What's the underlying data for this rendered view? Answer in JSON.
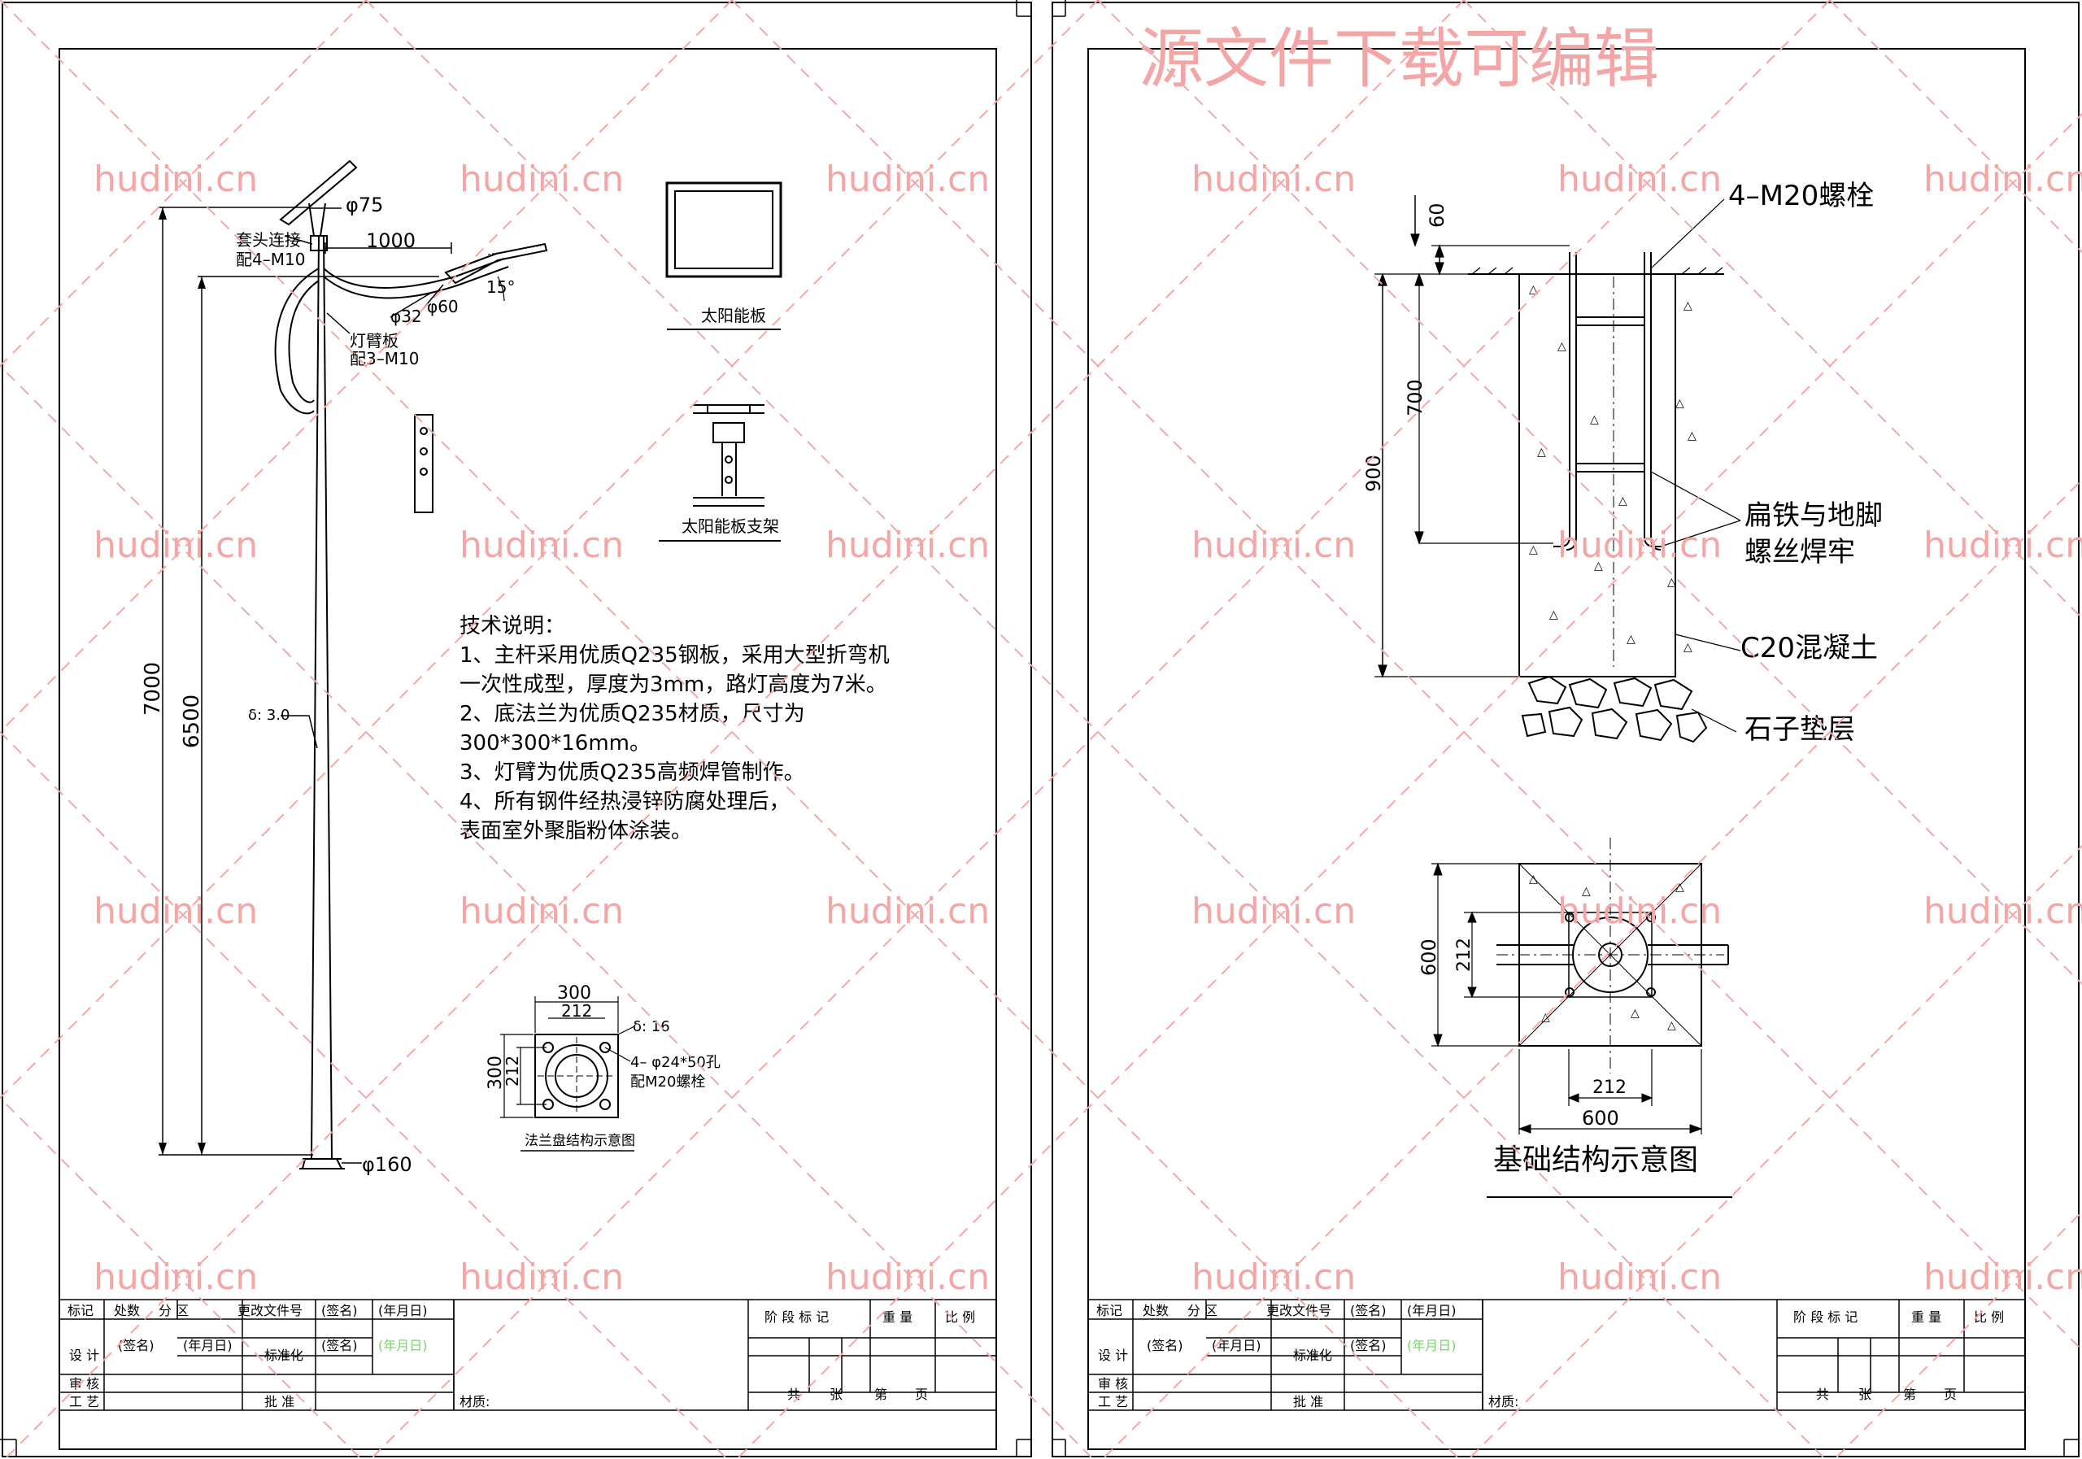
{
  "watermark": {
    "site": "hudini.cn",
    "banner": "源文件下载可编辑",
    "color": "#f4a6a6"
  },
  "sheet_left": {
    "pole": {
      "sleeve": "套头连接",
      "sleeve_bolts": "配4–M10",
      "dia_top": "φ75",
      "arm_length": "1000",
      "arm_angle": "15°",
      "dia_32": "φ32",
      "dia_60": "φ60",
      "arm_plate": "灯臂板",
      "arm_plate_bolts": "配3–M10",
      "height_total": "7000",
      "height_lamp": "6500",
      "wall": "δ: 3.0",
      "dia_base": "φ160"
    },
    "panel_label": "太阳能板",
    "bracket_label": "太阳能板支架",
    "notes": {
      "title": "技术说明：",
      "lines": [
        "1、主杆采用优质Q235钢板，采用大型折弯机",
        "一次性成型，厚度为3mm，路灯高度为7米。",
        "2、底法兰为优质Q235材质，尺寸为",
        "300*300*16mm。",
        "3、灯臂为优质Q235高频焊管制作。",
        "4、所有钢件经热浸锌防腐处理后，",
        "表面室外聚脂粉体涂装。"
      ]
    },
    "flange": {
      "w_outer": "300",
      "w_inner": "212",
      "h_outer": "300",
      "h_inner": "212",
      "thickness": "δ: 16",
      "holes": "4– φ24*50孔",
      "bolts": "配M20螺栓",
      "caption": "法兰盘结构示意图"
    }
  },
  "sheet_right": {
    "bolt": "4–M20螺栓",
    "dim_60": "60",
    "dim_700": "700",
    "dim_900": "900",
    "weld_1": "扁铁与地脚",
    "weld_2": "螺丝焊牢",
    "concrete": "C20混凝土",
    "gravel": "石子垫层",
    "plan_600_v": "600",
    "plan_212_v": "212",
    "plan_212_h": "212",
    "plan_600_h": "600",
    "caption": "基础结构示意图"
  },
  "title_block": {
    "r1": [
      "标记",
      "处数",
      "分 区",
      "更改文件号",
      "(签名)",
      "(年月日)"
    ],
    "design": "设 计",
    "sign": "(签名)",
    "date": "(年月日)",
    "standard": "标准化",
    "sign2": "(签名)",
    "date2": "(年月日)",
    "review": "审 核",
    "craft": "工 艺",
    "approve": "批 准",
    "material": "材质:",
    "stage": "阶 段 标 记",
    "weight": "重 量",
    "scale": "比 例",
    "total": "共",
    "sheet": "张",
    "nth": "第",
    "page": "页"
  }
}
